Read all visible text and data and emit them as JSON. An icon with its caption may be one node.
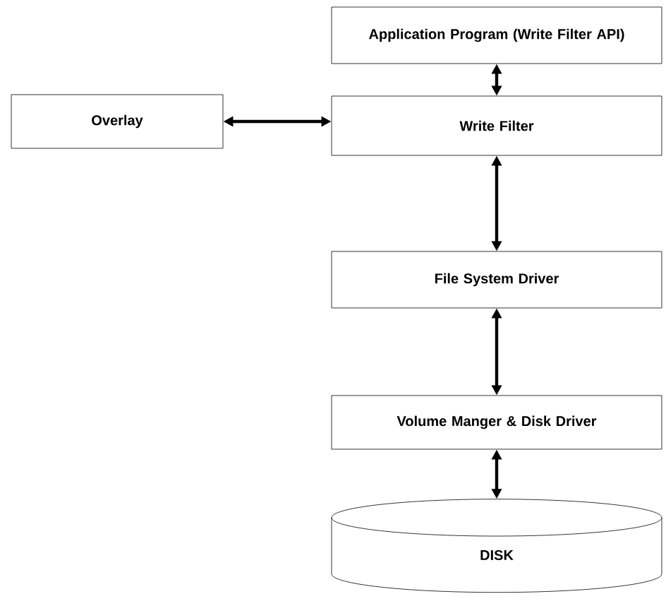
{
  "diagram": {
    "nodes": [
      {
        "text": [
          "Application Program (Write Filter API)"
        ]
      },
      {
        "text": [
          "Overlay"
        ]
      },
      {
        "text": [
          "Write Filter"
        ]
      },
      {
        "text": [
          "File System Driver"
        ]
      },
      {
        "text": [
          "Volume Manger & Disk Driver"
        ]
      },
      {
        "text": [
          "DISK"
        ]
      }
    ],
    "edges": [
      {
        "from": 0,
        "to": 2,
        "arrow": "both"
      },
      {
        "from": 2,
        "to": 1,
        "arrow": "both"
      },
      {
        "from": 2,
        "to": 3,
        "arrow": "both"
      },
      {
        "from": 3,
        "to": 4,
        "arrow": "both"
      },
      {
        "from": 4,
        "to": 5,
        "arrow": "both"
      }
    ]
  }
}
